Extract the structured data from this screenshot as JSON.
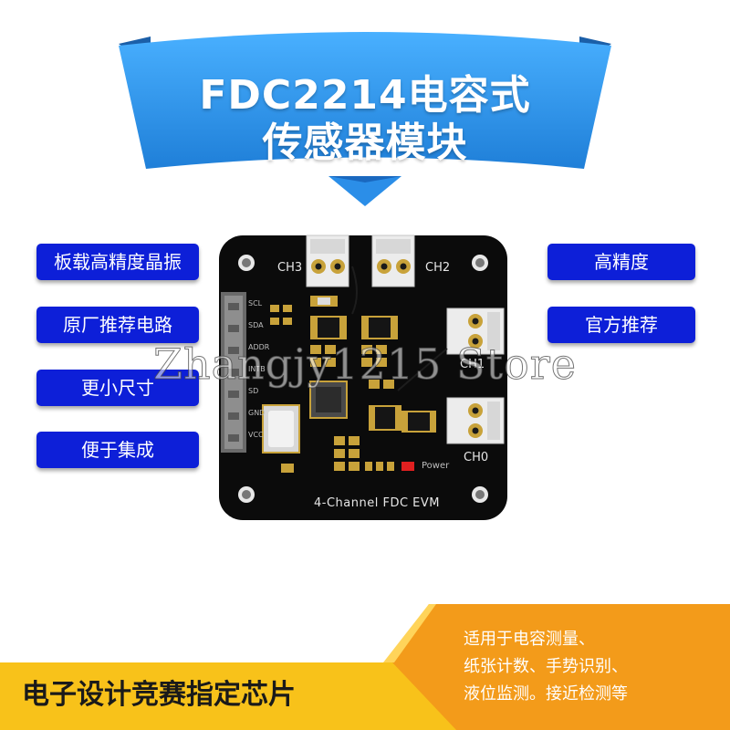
{
  "banner": {
    "title_line1": "FDC2214电容式",
    "title_line2": "传感器模块"
  },
  "left_features": [
    "板载高精度晶振",
    "原厂推荐电路",
    "更小尺寸",
    "便于集成"
  ],
  "right_features": [
    "高精度",
    "官方推荐"
  ],
  "board": {
    "ch3": "CH3",
    "ch2": "CH2",
    "ch1": "CH1",
    "ch0": "CH0",
    "pins": [
      "SCL",
      "SDA",
      "ADDR",
      "INTB",
      "SD",
      "GND",
      "VCC"
    ],
    "power": "Power",
    "name": "4-Channel FDC EVM"
  },
  "watermark": "Zhangjy1215 Store",
  "bottom": {
    "title": "电子设计竞赛指定芯片",
    "desc_lines": [
      "适用于电容测量、",
      "纸张计数、手势识别、",
      "液位监测。接近检测等"
    ]
  },
  "colors": {
    "banner_blue": "#2a93ea",
    "tag_blue": "#0d1fd8",
    "pcb": "#0b0b0b",
    "gold": "#c8a23a",
    "yellow": "#f8c21a",
    "orange": "#f39b1a"
  }
}
